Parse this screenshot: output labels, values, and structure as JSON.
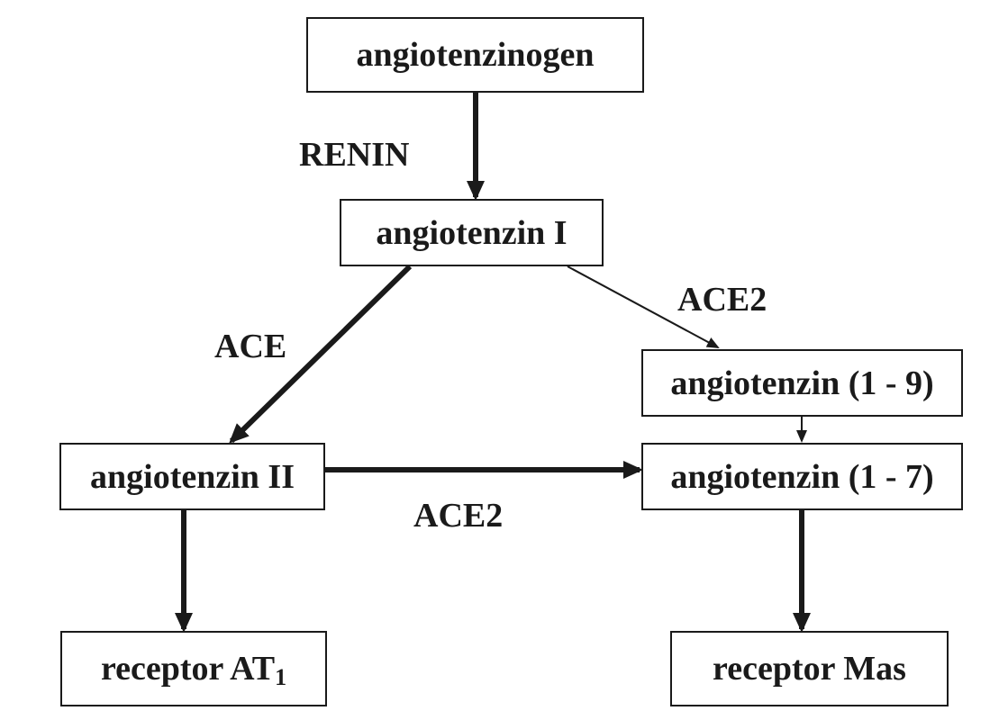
{
  "nodes": {
    "angiotenzinogen": "angiotenzinogen",
    "angiotenzin_1": "angiotenzin I",
    "angiotenzin_1_9": "angiotenzin (1 - 9)",
    "angiotenzin_2": "angiotenzin II",
    "angiotenzin_1_7": "angiotenzin (1 - 7)",
    "receptor_at1_main": "receptor AT",
    "receptor_at1_sub": "1",
    "receptor_mas": "receptor Mas"
  },
  "edges": {
    "renin": "RENIN",
    "ace": "ACE",
    "ace2_upper": "ACE2",
    "ace2_lower": "ACE2"
  },
  "colors": {
    "stroke": "#1a1a1a"
  }
}
